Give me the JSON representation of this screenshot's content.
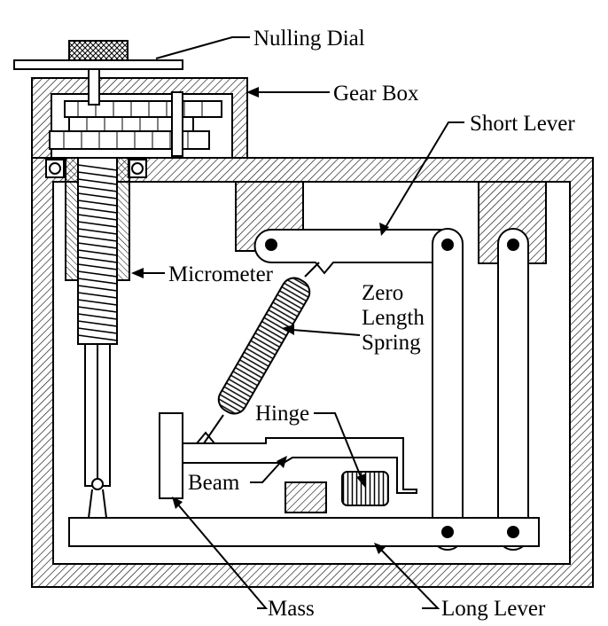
{
  "labels": {
    "nulling_dial": "Nulling Dial",
    "gear_box": "Gear Box",
    "short_lever": "Short Lever",
    "micrometer": "Micrometer",
    "spring_line1": "Zero",
    "spring_line2": "Length",
    "spring_line3": "Spring",
    "hinge": "Hinge",
    "beam": "Beam",
    "mass": "Mass",
    "long_lever": "Long Lever"
  },
  "colors": {
    "ink": "#000000",
    "background": "#ffffff"
  }
}
